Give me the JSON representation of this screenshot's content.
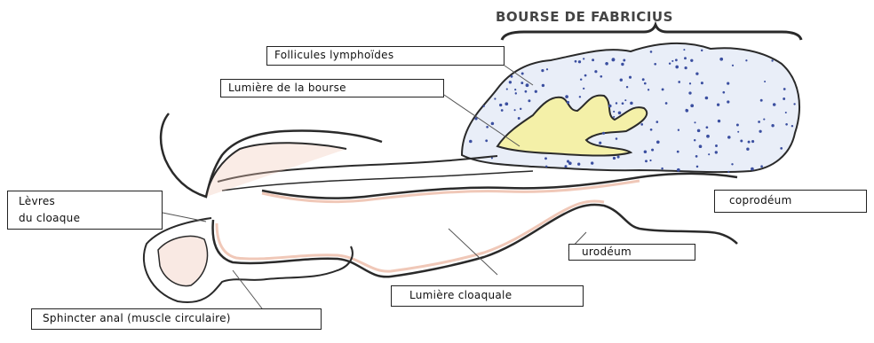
{
  "diagram": {
    "title": "BOURSE DE FABRICIUS",
    "labels": {
      "follicules": "Follicules lymphoïdes",
      "lumiere_bourse": "Lumière de la bourse",
      "levres_line1": "Lèvres",
      "levres_line2": "du cloaque",
      "coprodeum": "coprodéum",
      "urodeum": "urodéum",
      "lumiere_cloaquale": "Lumière cloaquale",
      "sphincter": "Sphincter anal (muscle circulaire)"
    },
    "colors": {
      "outline": "#2a2a2a",
      "follicle_dots": "#3b4fa0",
      "follicle_fill": "#e9eef8",
      "lumen_yellow": "#f4f0a8",
      "mucosa_pink": "#f0c8b8",
      "leader_line": "#555555"
    }
  }
}
